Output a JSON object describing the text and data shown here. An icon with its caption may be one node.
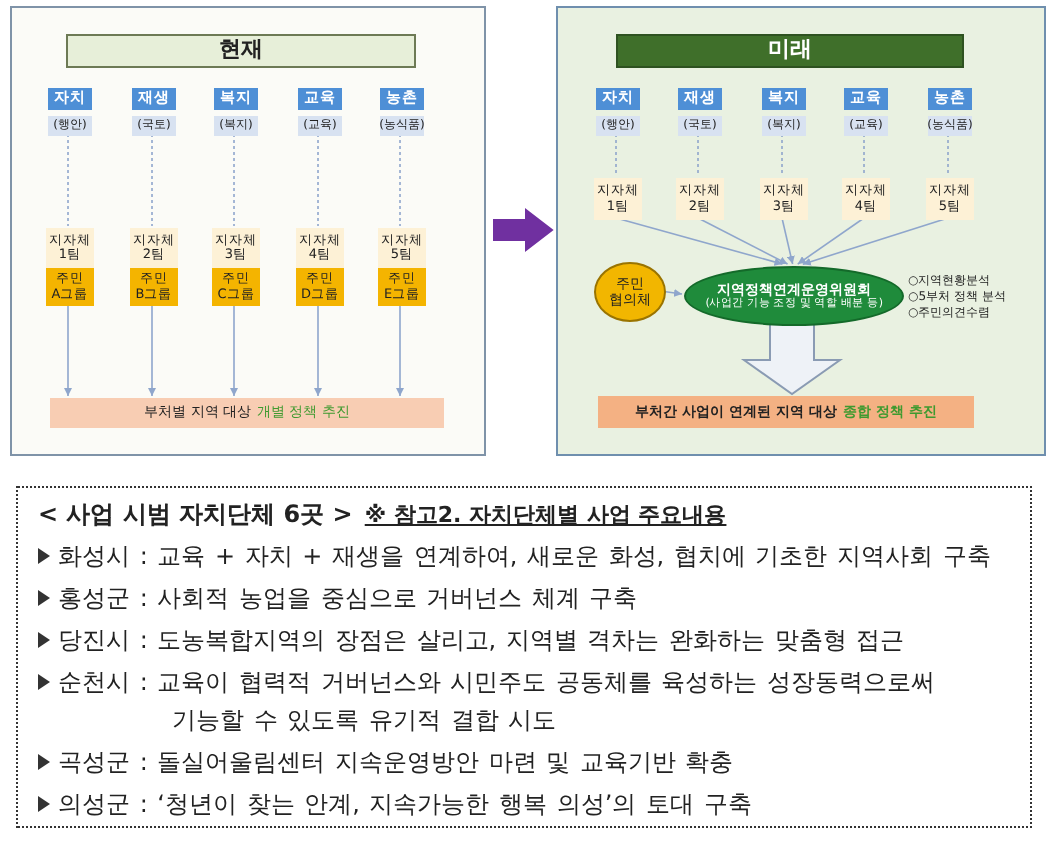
{
  "diagram": {
    "nodes": [
      {
        "text": [],
        "shape": "box"
      },
      {
        "text": [
          "현재"
        ],
        "in": 0
      },
      {
        "text": [
          "자치"
        ],
        "in": 0
      },
      {
        "text": [
          "재생"
        ],
        "in": 0
      },
      {
        "text": [
          "복지"
        ],
        "in": 0
      },
      {
        "text": [
          "교육"
        ],
        "in": 0
      },
      {
        "text": [
          "농촌"
        ],
        "in": 0
      },
      {
        "text": [
          "(행안)"
        ],
        "in": 0
      },
      {
        "text": [
          "(국토)"
        ],
        "in": 0
      },
      {
        "text": [
          "(복지)"
        ],
        "in": 0
      },
      {
        "text": [
          "(교육)"
        ],
        "in": 0
      },
      {
        "text": [
          "(농식품)"
        ],
        "in": 0
      },
      {
        "text": [
          "지자체 1팀"
        ],
        "in": 0
      },
      {
        "text": [
          "지자체 2팀"
        ],
        "in": 0
      },
      {
        "text": [
          "지자체 3팀"
        ],
        "in": 0
      },
      {
        "text": [
          "지자체 4팀"
        ],
        "in": 0
      },
      {
        "text": [
          "지자체 5팀"
        ],
        "in": 0
      },
      {
        "text": [
          "주민 A그룹"
        ],
        "in": 0
      },
      {
        "text": [
          "주민 B그룹"
        ],
        "in": 0
      },
      {
        "text": [
          "주민 C그룹"
        ],
        "in": 0
      },
      {
        "text": [
          "주민 D그룹"
        ],
        "in": 0
      },
      {
        "text": [
          "주민 E그룹"
        ],
        "in": 0
      },
      {
        "text": [
          "부처별 지역 대상",
          "개별 정책 추진"
        ],
        "in": 0
      },
      {
        "text": [],
        "shape": "box"
      },
      {
        "text": [
          "미래"
        ],
        "in": 23
      },
      {
        "text": [
          "자치"
        ],
        "in": 23
      },
      {
        "text": [
          "재생"
        ],
        "in": 23
      },
      {
        "text": [
          "복지"
        ],
        "in": 23
      },
      {
        "text": [
          "교육"
        ],
        "in": 23
      },
      {
        "text": [
          "농촌"
        ],
        "in": 23
      },
      {
        "text": [
          "(행안)"
        ],
        "in": 23
      },
      {
        "text": [
          "(국토)"
        ],
        "in": 23
      },
      {
        "text": [
          "(복지)"
        ],
        "in": 23
      },
      {
        "text": [
          "(교육)"
        ],
        "in": 23
      },
      {
        "text": [
          "(농식품)"
        ],
        "in": 23
      },
      {
        "text": [
          "지자체 1팀"
        ],
        "in": 23
      },
      {
        "text": [
          "지자체 2팀"
        ],
        "in": 23
      },
      {
        "text": [
          "지자체 3팀"
        ],
        "in": 23
      },
      {
        "text": [
          "지자체 4팀"
        ],
        "in": 23
      },
      {
        "text": [
          "지자체 5팀"
        ],
        "in": 23
      },
      {
        "text": [
          "주민 협의체"
        ],
        "in": 23
      },
      {
        "text": [
          "지역정책연계운영위원회",
          "(사업간 기능 조정 및 역할 배분 등)"
        ],
        "in": 23,
        "beside": [
          "○지역현황분석",
          "○5부처 정책 분석",
          "○주민의견수렴"
        ]
      },
      {
        "text": [
          "부처간 사업이 연계된 지역 대상",
          "종합 정책 추진"
        ],
        "in": 23
      },
      {
        "text": [
          "< 사업 시범 자치단체 6곳 >",
          "※ 참고2. 자치단체별 사업 주요내용",
          "화성시 : 교육 + 자치 + 재생을 연계하여, 새로운 화성, 협치에 기초한 지역사회 구축",
          "홍성군 : 사회적 농업을 중심으로 거버넌스 체계 구축",
          "당진시 : 도농복합지역의 장점은 살리고, 지역별 격차는 완화하는 맞춤형 접근",
          "순천시 : 교육이 협력적 거버넌스와 시민주도 공동체를 육성하는 성장동력으로써 기능할 수 있도록 유기적 결합 시도",
          "곡성군 : 돌실어울림센터 지속운영방안 마련 및 교육기반 확충",
          "의성군 : ‘청년이 찾는 안계, 지속가능한 행복 의성’의 토대 구축"
        ]
      }
    ],
    "edges": [
      {
        "from": 7,
        "to": 12,
        "arrow": "none",
        "style": "dashed"
      },
      {
        "from": 8,
        "to": 13,
        "arrow": "none",
        "style": "dashed"
      },
      {
        "from": 9,
        "to": 14,
        "arrow": "none",
        "style": "dashed"
      },
      {
        "from": 10,
        "to": 15,
        "arrow": "none",
        "style": "dashed"
      },
      {
        "from": 11,
        "to": 16,
        "arrow": "none",
        "style": "dashed"
      },
      {
        "from": 17,
        "to": 22,
        "arrow": "to"
      },
      {
        "from": 18,
        "to": 22,
        "arrow": "to"
      },
      {
        "from": 19,
        "to": 22,
        "arrow": "to"
      },
      {
        "from": 20,
        "to": 22,
        "arrow": "to"
      },
      {
        "from": 21,
        "to": 22,
        "arrow": "to"
      },
      {
        "from": 0,
        "to": 23,
        "arrow": "to",
        "style": "thick",
        "color": "#7030a0"
      },
      {
        "from": 30,
        "to": 35,
        "arrow": "none",
        "style": "dashed"
      },
      {
        "from": 31,
        "to": 36,
        "arrow": "none",
        "style": "dashed"
      },
      {
        "from": 32,
        "to": 37,
        "arrow": "none",
        "style": "dashed"
      },
      {
        "from": 33,
        "to": 38,
        "arrow": "none",
        "style": "dashed"
      },
      {
        "from": 34,
        "to": 39,
        "arrow": "none",
        "style": "dashed"
      },
      {
        "from": 35,
        "to": 41,
        "arrow": "to"
      },
      {
        "from": 36,
        "to": 41,
        "arrow": "to"
      },
      {
        "from": 37,
        "to": 41,
        "arrow": "to"
      },
      {
        "from": 38,
        "to": 41,
        "arrow": "to"
      },
      {
        "from": 39,
        "to": 41,
        "arrow": "to"
      },
      {
        "from": 40,
        "to": 41,
        "arrow": "to"
      },
      {
        "from": 41,
        "to": 42,
        "arrow": "to",
        "style": "thick"
      }
    ]
  }
}
